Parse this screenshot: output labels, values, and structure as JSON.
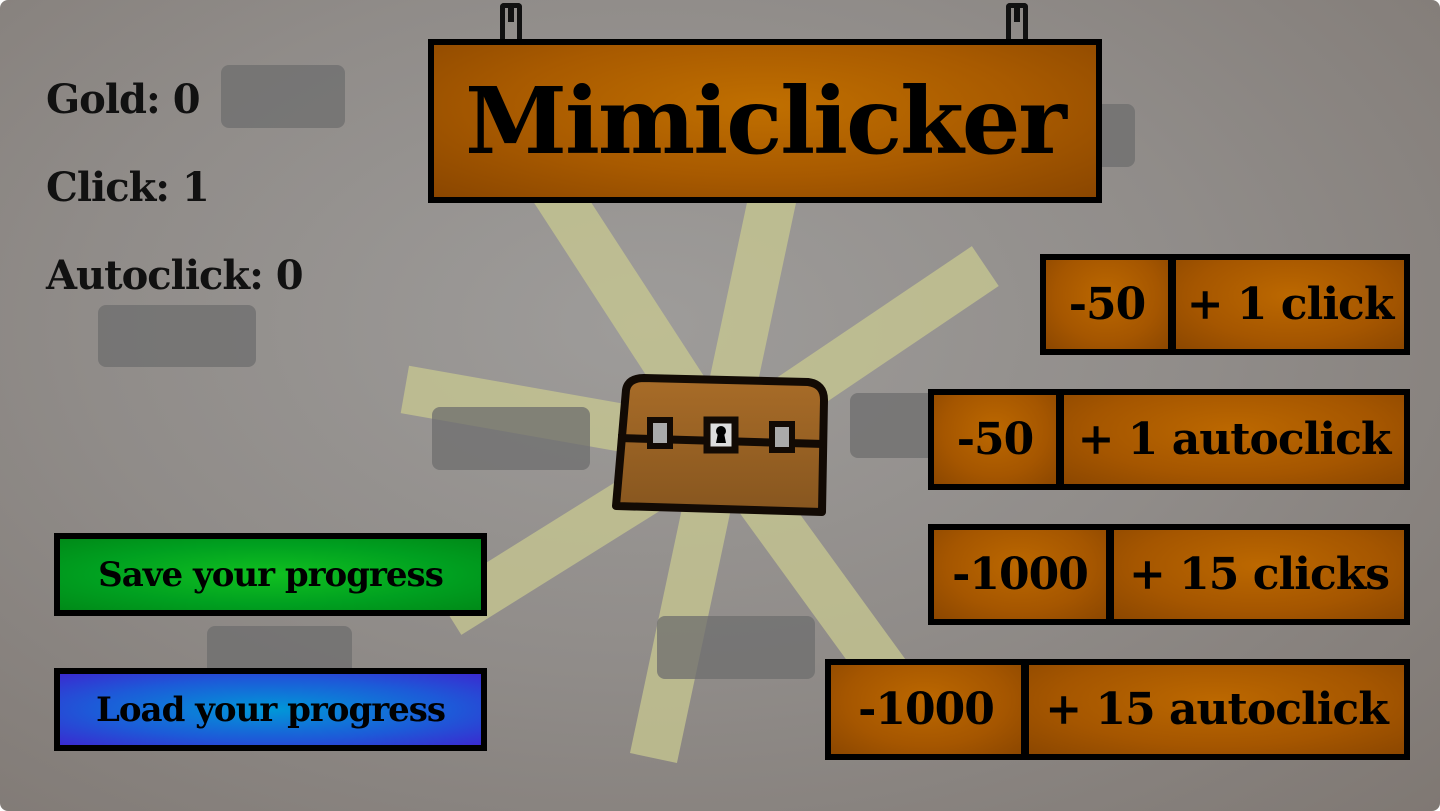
{
  "title": "Mimiclicker",
  "stats": {
    "gold": "Gold: 0",
    "click": "Click: 1",
    "autoclick": "Autoclick: 0"
  },
  "shop": [
    {
      "price": "-50",
      "label": "+ 1 click"
    },
    {
      "price": "-50",
      "label": "+ 1 autoclick"
    },
    {
      "price": "-1000",
      "label": "+ 15 clicks"
    },
    {
      "price": "-1000",
      "label": "+ 15 autoclick"
    }
  ],
  "actions": {
    "save": "Save your progress",
    "load": "Load your progress"
  },
  "colors": {
    "wood": "#b06000",
    "save": "#00a020",
    "load": "#1d5ad8",
    "ray": "#c8c890"
  }
}
